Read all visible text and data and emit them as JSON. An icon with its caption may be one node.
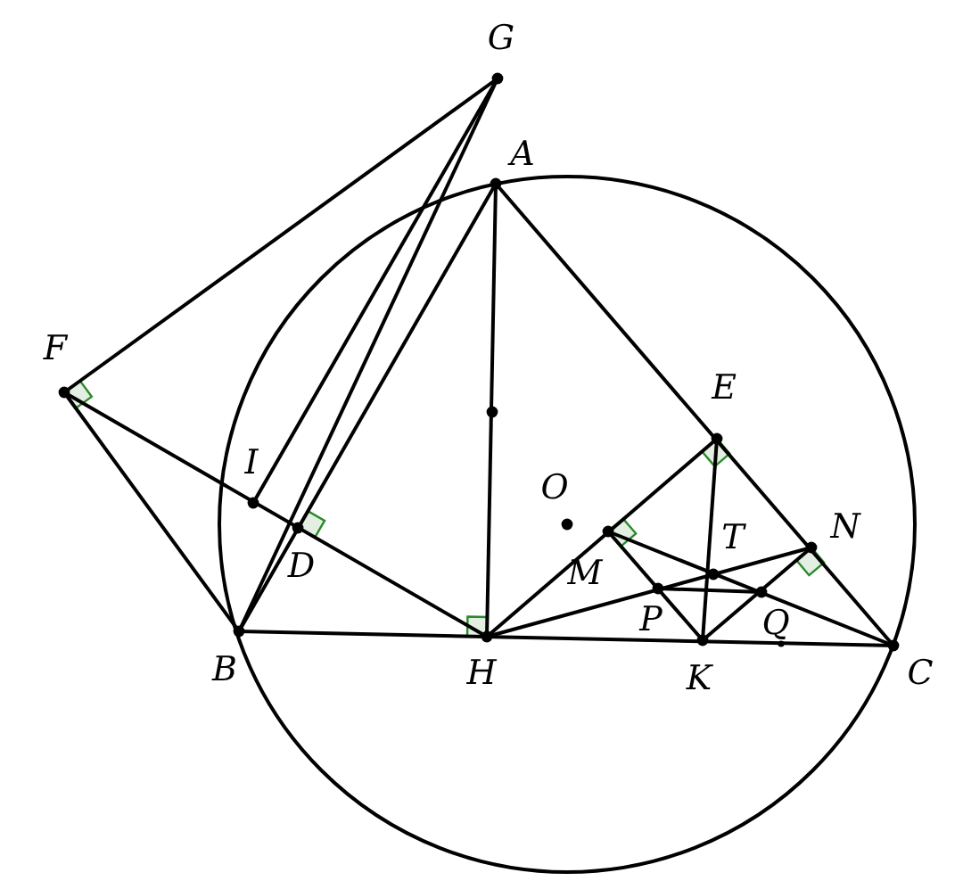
{
  "diagram": {
    "labels": [
      "G",
      "A",
      "F",
      "E",
      "O",
      "I",
      "N",
      "D",
      "T",
      "M",
      "P",
      "Q",
      "B",
      "H",
      "K",
      "C"
    ]
  }
}
